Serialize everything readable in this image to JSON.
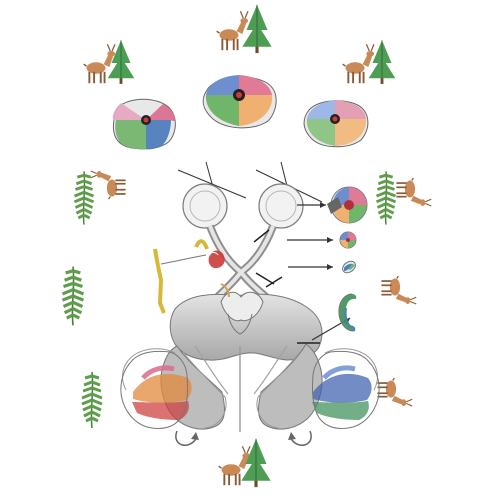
{
  "figure": {
    "visual_fields": [
      {
        "position": "left",
        "quadrant_colors": {
          "upper_left": "#e6a7c0",
          "upper_right": "#dc6f8f",
          "lower_left": "#74b56e",
          "lower_right": "#4f7dbd"
        }
      },
      {
        "position": "center",
        "quadrant_colors": {
          "upper_left": "#6d8fd0",
          "upper_right": "#e07a96",
          "lower_left": "#6fb56a",
          "lower_right": "#f0b070"
        }
      },
      {
        "position": "right",
        "quadrant_colors": {
          "upper_left": "#9db7e6",
          "upper_right": "#e3a0b5",
          "lower_left": "#8fc587",
          "lower_right": "#f2bb82"
        }
      }
    ],
    "eye_cross_sections": [
      {
        "level": "retina"
      },
      {
        "level": "optic-nerve"
      },
      {
        "level": "optic-tract"
      },
      {
        "level": "optic-radiation"
      }
    ],
    "icons": [
      "deer-icon",
      "pine-tree-icon",
      "fern-icon"
    ],
    "colors": {
      "brain": "#cfcfcf",
      "brain_dark": "#8f8f8f",
      "outline": "#777777",
      "deer": "#c98a57",
      "tree": "#4e9d54",
      "fern": "#5e9d4a",
      "red": "#cc3b3b",
      "orange": "#e18a3e",
      "blue": "#3e5fb0",
      "green": "#3d8f57",
      "pink": "#db6b8c",
      "nerve_yellow": "#d8b838"
    }
  }
}
